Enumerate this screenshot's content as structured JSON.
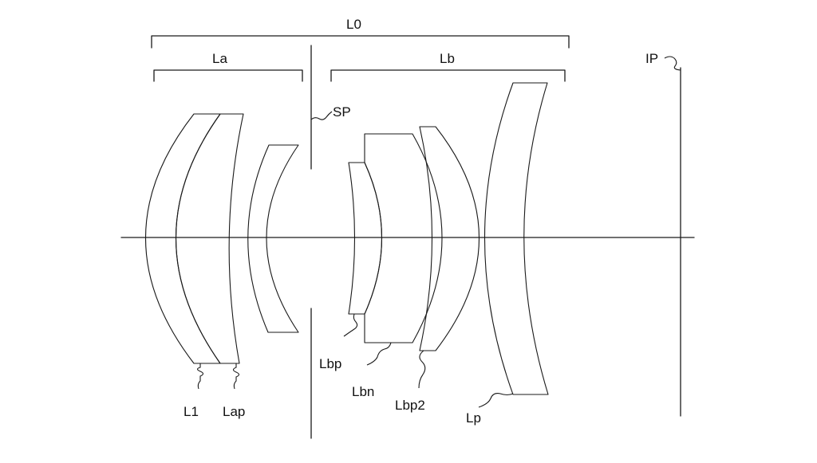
{
  "labels": {
    "L0": "L0",
    "La": "La",
    "Lb": "Lb",
    "IP": "IP",
    "SP": "SP",
    "L1": "L1",
    "Lap": "Lap",
    "Lbp": "Lbp",
    "Lbn": "Lbn",
    "Lbp2": "Lbp2",
    "Lp": "Lp"
  },
  "colors": {
    "line": "#1a1a1a",
    "background": "#ffffff"
  }
}
